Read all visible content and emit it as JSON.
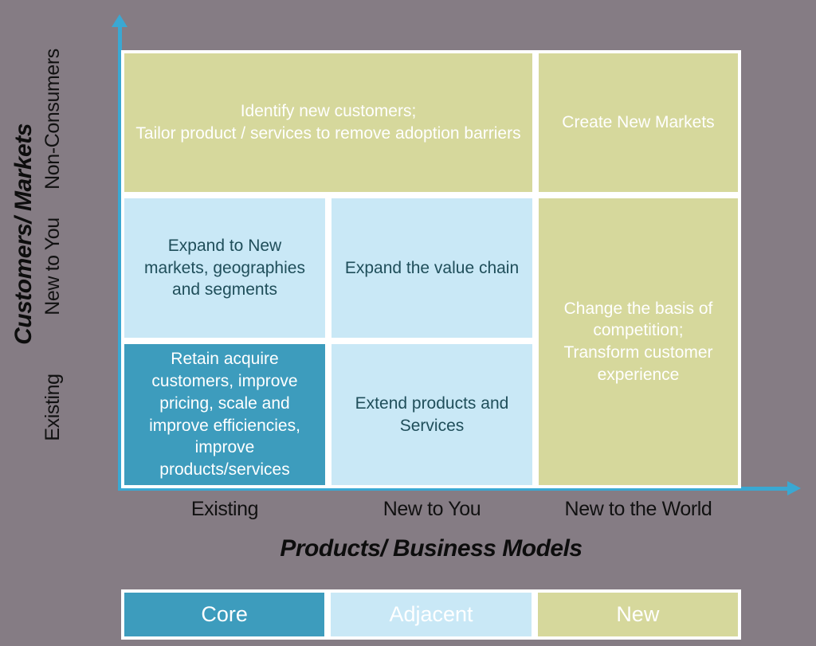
{
  "background_color": "#857c84",
  "colors": {
    "core": "#3d9cbd",
    "adjacent": "#c9e8f6",
    "new": "#d6d89c",
    "axis_arrow": "#3aa8d2",
    "cell_border": "#ffffff",
    "axis_text": "#111111"
  },
  "axes": {
    "y": {
      "title": "Customers/ Markets",
      "ticks": [
        "Existing",
        "New to You",
        "Non-Consumers"
      ]
    },
    "x": {
      "title": "Products/ Business Models",
      "ticks": [
        "Existing",
        "New to You",
        "New to the World"
      ]
    }
  },
  "matrix": {
    "cells": [
      {
        "id": "nonconsumers-existing-newtoyou",
        "row": "Non-Consumers",
        "col": "Existing + New to You",
        "category": "New",
        "text": "Identify new customers;\nTailor product / services to remove adoption barriers"
      },
      {
        "id": "nonconsumers-newworld",
        "row": "Non-Consumers",
        "col": "New to the World",
        "category": "New",
        "text": "Create New Markets"
      },
      {
        "id": "newtoyou-existing",
        "row": "New to You",
        "col": "Existing",
        "category": "Adjacent",
        "text": "Expand to New markets, geographies and segments"
      },
      {
        "id": "newtoyou-newtoyou",
        "row": "New to You",
        "col": "New to You",
        "category": "Adjacent",
        "text": "Expand the value chain"
      },
      {
        "id": "newworld-span",
        "row": "New to You + Existing",
        "col": "New to the World",
        "category": "New",
        "text": "Change the basis of competition;\nTransform customer experience"
      },
      {
        "id": "existing-existing",
        "row": "Existing",
        "col": "Existing",
        "category": "Core",
        "text": "Retain acquire customers, improve pricing, scale and improve efficiencies, improve products/services"
      },
      {
        "id": "existing-newtoyou",
        "row": "Existing",
        "col": "New to You",
        "category": "Adjacent",
        "text": "Extend products and Services"
      }
    ]
  },
  "legend": {
    "items": [
      {
        "label": "Core",
        "color": "#3d9cbd"
      },
      {
        "label": "Adjacent",
        "color": "#c9e8f6"
      },
      {
        "label": "New",
        "color": "#d6d89c"
      }
    ]
  }
}
